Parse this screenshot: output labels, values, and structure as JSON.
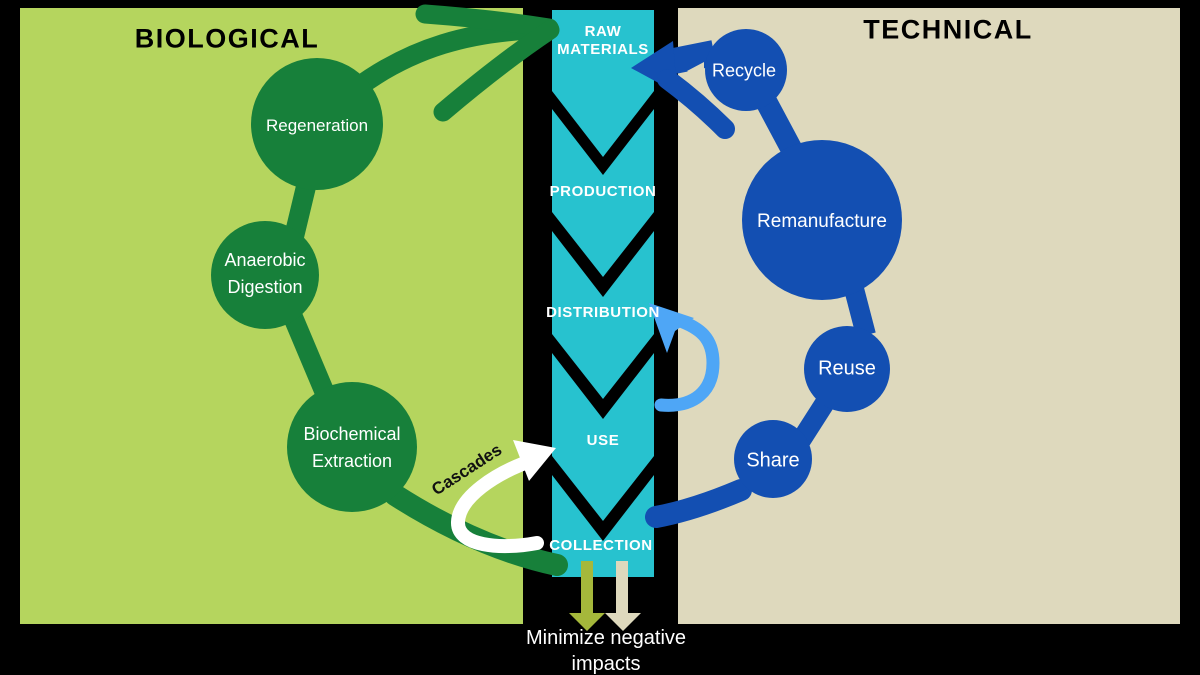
{
  "titles": {
    "biological": "BIOLOGICAL",
    "technical": "TECHNICAL"
  },
  "chain": {
    "raw_materials": {
      "line1": "RAW",
      "line2": "MATERIALS"
    },
    "production": "PRODUCTION",
    "distribution": "DISTRIBUTION",
    "use": "USE",
    "collection": "COLLECTION"
  },
  "loops_bio": {
    "regeneration": "Regeneration",
    "anaerobic": {
      "line1": "Anaerobic",
      "line2": "Digestion"
    },
    "biochemical": {
      "line1": "Biochemical",
      "line2": "Extraction"
    },
    "cascades_label": "Cascades"
  },
  "loops_tech": {
    "recycle": "Recycle",
    "remanufacture": "Remanufacture",
    "reuse": "Reuse",
    "share": "Share"
  },
  "footer": {
    "line1": "Minimize negative",
    "line2": "impacts"
  },
  "colors": {
    "background": "#000000",
    "biological_panel": "#b5d55e",
    "technical_panel": "#ded9bd",
    "biological_green": "#17803a",
    "technical_blue": "#134fb2",
    "chain_teal": "#27c2cf",
    "light_blue_arrow": "#4ea6f6",
    "cascades_arrow": "#ffffff",
    "minimize_arrow_olive": "#a5b83b",
    "minimize_arrow_beige": "#ded9bd",
    "label_text": "#ffffff",
    "title_text": "#000000"
  }
}
